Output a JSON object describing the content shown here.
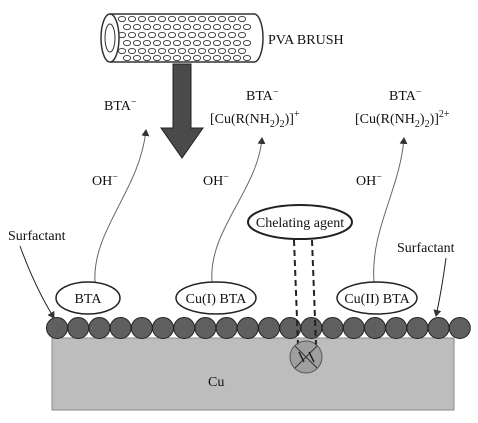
{
  "brush": {
    "label": "PVA BRUSH"
  },
  "species": {
    "left": {
      "top": "BTA",
      "top_sup": "−"
    },
    "middle": {
      "top": "BTA",
      "top_sup": "−",
      "complex": "[Cu(R(NH",
      "sub1": "2",
      "mid": ")",
      "sub2": "2",
      "end": ")]",
      "charge": "+"
    },
    "right": {
      "top": "BTA",
      "top_sup": "−",
      "complex": "[Cu(R(NH",
      "sub1": "2",
      "mid": ")",
      "sub2": "2",
      "end": ")]",
      "charge": "2+"
    }
  },
  "hydroxide": {
    "base": "OH",
    "sup": "−"
  },
  "chelating_agent": {
    "label": "Chelating agent"
  },
  "surfactant": {
    "left": "Surfactant",
    "right": "Surfactant"
  },
  "adsorbates": {
    "left": "BTA",
    "middle": "Cu(I) BTA",
    "right": "Cu(II) BTA"
  },
  "substrate": {
    "label": "Cu"
  },
  "colors": {
    "substrate": "#bdbdbd",
    "bead": "#5f5f5f",
    "arrow": "#4a4a4a"
  }
}
